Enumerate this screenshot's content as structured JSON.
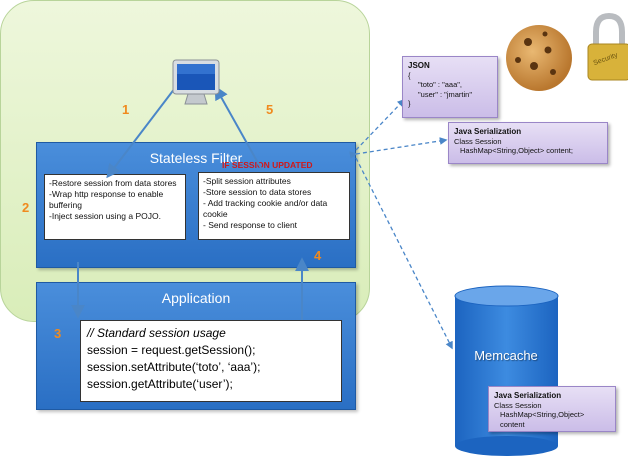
{
  "labels": {
    "step_1": "1",
    "step_2": "2",
    "step_3": "3",
    "step_4": "4",
    "step_5": "5",
    "stateless_filter": "Stateless Filter",
    "application": "Application",
    "memcache": "Memcache",
    "if_session_updated": "IF SESSION UPDATED"
  },
  "filter_left": [
    "-Restore session from data stores",
    "-Wrap http response to enable buffering",
    "-Inject session using a POJO."
  ],
  "filter_right": [
    "-Split session attributes",
    "-Store session to data stores",
    "- Add tracking cookie and/or data cookie",
    "- Send response to client"
  ],
  "code": [
    "// Standard session usage",
    "session = request.getSession();",
    "session.setAttribute(‘toto’, ‘aaa’);",
    "session.getAttribute(‘user’);"
  ],
  "json_note": {
    "title": "JSON",
    "lines": [
      "{",
      "\"toto\" : \"aaa\",",
      "\"user\" : \"jmartin\"",
      "}"
    ]
  },
  "java_note_top": {
    "title": "Java Serialization",
    "lines": [
      "Class Session",
      "HashMap<String,Object> content;"
    ]
  },
  "java_note_bottom": {
    "title": "Java Serialization",
    "lines": [
      "Class Session",
      "HashMap<String,Object> content"
    ]
  },
  "padlock_text": "Security",
  "colors": {
    "box_blue": "#2a6fc4",
    "container_green": "#d9edb9",
    "step_orange": "#f08a1e",
    "note_purple": "#cbbde8",
    "warning_red": "#d01818"
  }
}
